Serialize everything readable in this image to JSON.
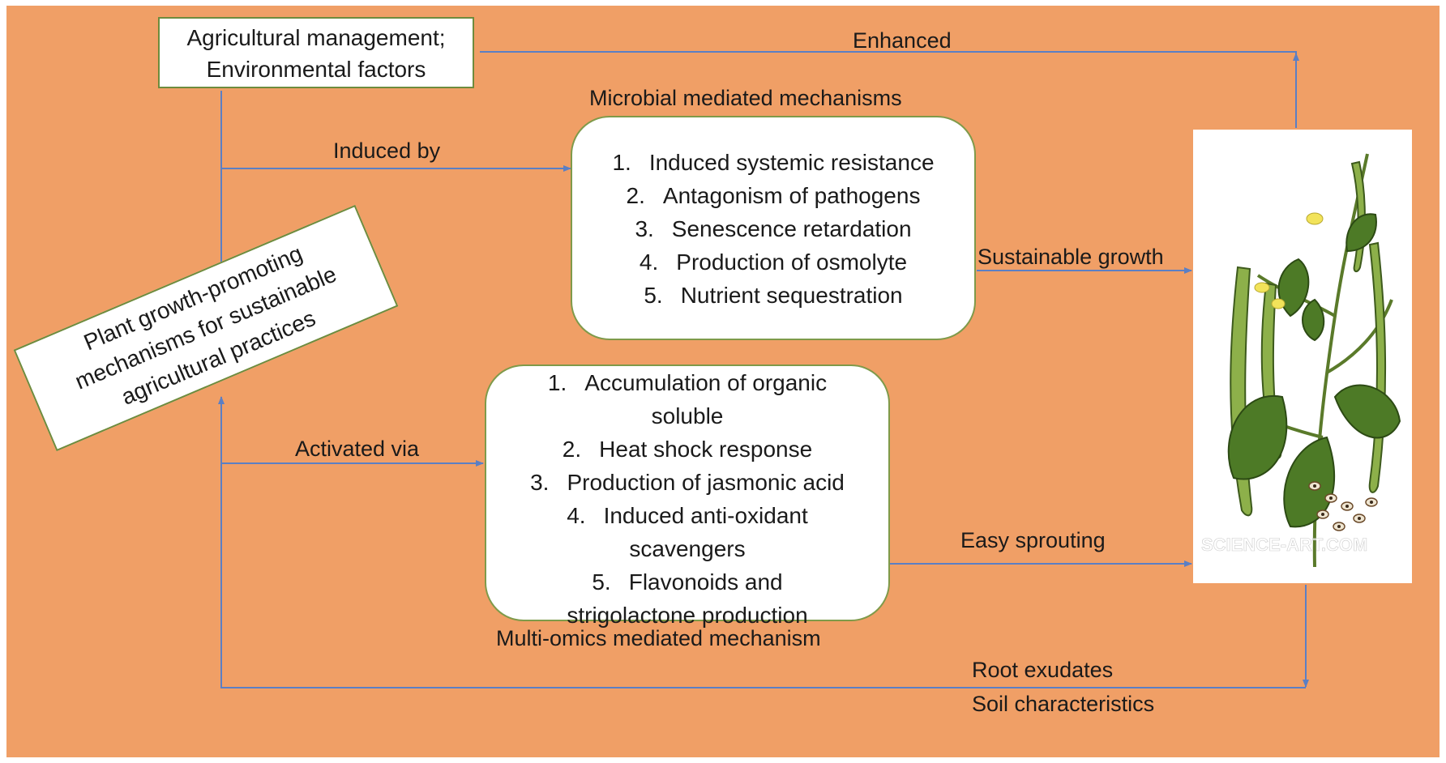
{
  "management": {
    "line1": "Agricultural management;",
    "line2": "Environmental factors"
  },
  "central": {
    "line1": "Plant growth-promoting",
    "line2": "mechanisms for sustainable",
    "line3": "agricultural practices"
  },
  "edges": {
    "enhanced": "Enhanced",
    "induced_by": "Induced by",
    "activated_via": "Activated via",
    "sustainable_growth": "Sustainable growth",
    "easy_sprouting": "Easy sprouting",
    "root_exudates": "Root exudates",
    "soil_characteristics": "Soil characteristics"
  },
  "microbial": {
    "title": "Microbial mediated mechanisms",
    "items": [
      {
        "num": "1.",
        "text": "Induced systemic resistance"
      },
      {
        "num": "2.",
        "text": "Antagonism of pathogens"
      },
      {
        "num": "3.",
        "text": "Senescence retardation"
      },
      {
        "num": "4.",
        "text": "Production of osmolyte"
      },
      {
        "num": "5.",
        "text": "Nutrient sequestration"
      }
    ]
  },
  "omics": {
    "title": "Multi-omics mediated mechanism",
    "items": [
      {
        "num": "1.",
        "text": "Accumulation of organic",
        "cont": "soluble"
      },
      {
        "num": "2.",
        "text": "Heat shock response"
      },
      {
        "num": "3.",
        "text": "Production of jasmonic acid"
      },
      {
        "num": "4.",
        "text": "Induced anti-oxidant",
        "cont": "scavengers"
      },
      {
        "num": "5.",
        "text": "Flavonoids and",
        "cont": "strigolactone production"
      }
    ]
  },
  "plant_image": {
    "watermark": "SCIENCE-ART.COM"
  },
  "colors": {
    "background": "#F09F66",
    "arrow": "#5B7FC4",
    "box_border": "#6E8B3D"
  }
}
